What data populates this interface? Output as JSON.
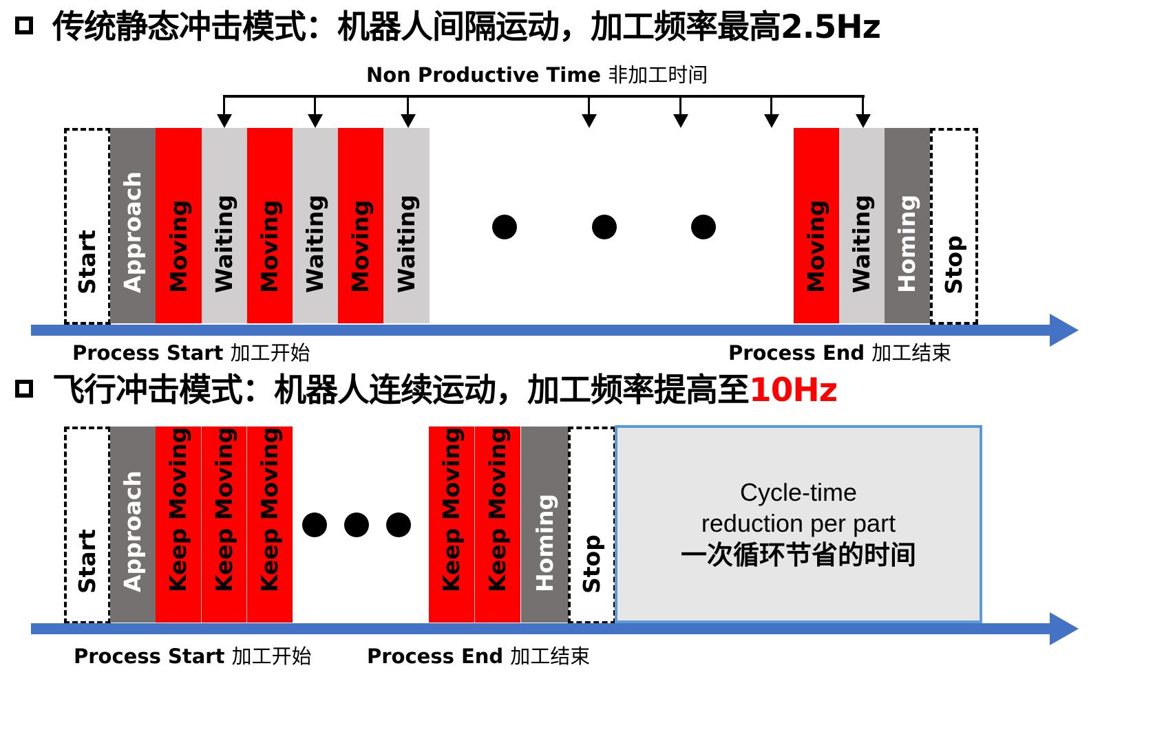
{
  "colors": {
    "moving_red": "#ff0000",
    "waiting_light_gray": "#d0cece",
    "approach_homing_dark_gray": "#757171",
    "axis_blue": "#4472c4",
    "saving_box_fill": "#e7e6e6",
    "saving_box_border": "#5b9bd5",
    "highlight_red": "#ff0000"
  },
  "traditional": {
    "heading_prefix": "传统静态冲击模式：机器人间隔运动，加工频率最高2.5Hz",
    "frequency": "2.5Hz",
    "non_productive_label_en": "Non Productive Time",
    "non_productive_label_cn": "非加工时间",
    "segments": [
      {
        "label": "Start",
        "type": "dashed"
      },
      {
        "label": "Approach",
        "type": "gray"
      },
      {
        "label": "Moving",
        "type": "red"
      },
      {
        "label": "Waiting",
        "type": "light"
      },
      {
        "label": "Moving",
        "type": "red"
      },
      {
        "label": "Waiting",
        "type": "light"
      },
      {
        "label": "Moving",
        "type": "red"
      },
      {
        "label": "Waiting",
        "type": "light"
      },
      {
        "label": "Moving",
        "type": "red"
      },
      {
        "label": "Waiting",
        "type": "light"
      },
      {
        "label": "Homing",
        "type": "gray"
      },
      {
        "label": "Stop",
        "type": "dashed"
      }
    ],
    "ellipsis": "● ● ●",
    "process_start_en": "Process Start",
    "process_start_cn": "加工开始",
    "process_end_en": "Process End",
    "process_end_cn": "加工结束"
  },
  "flying": {
    "heading_prefix": "飞行冲击模式：机器人连续运动，加工频率提高至",
    "frequency": "10Hz",
    "segments": [
      {
        "label": "Start",
        "type": "dashed"
      },
      {
        "label": "Approach",
        "type": "gray"
      },
      {
        "label": "Keep Moving",
        "type": "red"
      },
      {
        "label": "Keep Moving",
        "type": "red"
      },
      {
        "label": "Keep Moving",
        "type": "red"
      },
      {
        "label": "Keep Moving",
        "type": "red"
      },
      {
        "label": "Keep Moving",
        "type": "red"
      },
      {
        "label": "Homing",
        "type": "gray"
      },
      {
        "label": "Stop",
        "type": "dashed"
      }
    ],
    "ellipsis": "● ● ●",
    "saving_box": {
      "line1": "Cycle-time",
      "line2": "reduction per part",
      "line3": "一次循环节省的时间"
    },
    "process_start_en": "Process Start",
    "process_start_cn": "加工开始",
    "process_end_en": "Process End",
    "process_end_cn": "加工结束"
  }
}
